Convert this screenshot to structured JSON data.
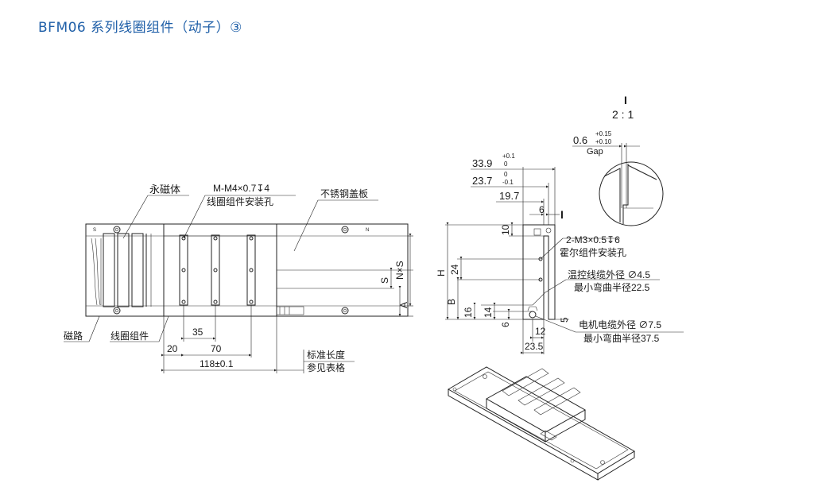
{
  "title": "BFM06 系列线圈组件（动子）③",
  "labels": {
    "magnet": "永磁体",
    "mount_holes_line1": "M-M4×0.7↧4",
    "mount_holes_line2": "线圈组件安装孔",
    "cover": "不锈钢盖板",
    "magnet_track": "磁路",
    "coil_assembly": "线圈组件",
    "std_length_line1": "标准长度",
    "std_length_line2": "参见表格",
    "hall_holes_line1": "2-M3×0.5↧6",
    "hall_holes_line2": "霍尔组件安装孔",
    "temp_cable_line1": "温控线缆外径 ∅4.5",
    "temp_cable_line2": "最小弯曲半径22.5",
    "motor_cable_line1": "电机电缆外径 ∅7.5",
    "motor_cable_line2": "最小弯曲半径37.5",
    "detail_id": "I",
    "detail_scale": "2 : 1",
    "gap_label": "Gap",
    "section_marker": "I",
    "track_s": "S",
    "track_n": "N"
  },
  "dimensions": {
    "d35": "35",
    "d20": "20",
    "d70": "70",
    "d118": "118±0.1",
    "nxs": "N×S",
    "s": "S",
    "a": "A",
    "d33_9": "33.9",
    "d33_9_tol_up": "+0.1",
    "d33_9_tol_low": "0",
    "d23_7": "23.7",
    "d23_7_tol_up": "0",
    "d23_7_tol_low": "-0.1",
    "d19_7": "19.7",
    "d6_top": "6",
    "d10": "10",
    "h": "H",
    "d24": "24",
    "b": "B",
    "d16": "16",
    "d14": "14",
    "d6_low": "6",
    "d12": "12",
    "d23_5": "23.5",
    "d5": "5",
    "gap_value": "0.6",
    "gap_tol_up": "+0.15",
    "gap_tol_low": "+0.10"
  }
}
